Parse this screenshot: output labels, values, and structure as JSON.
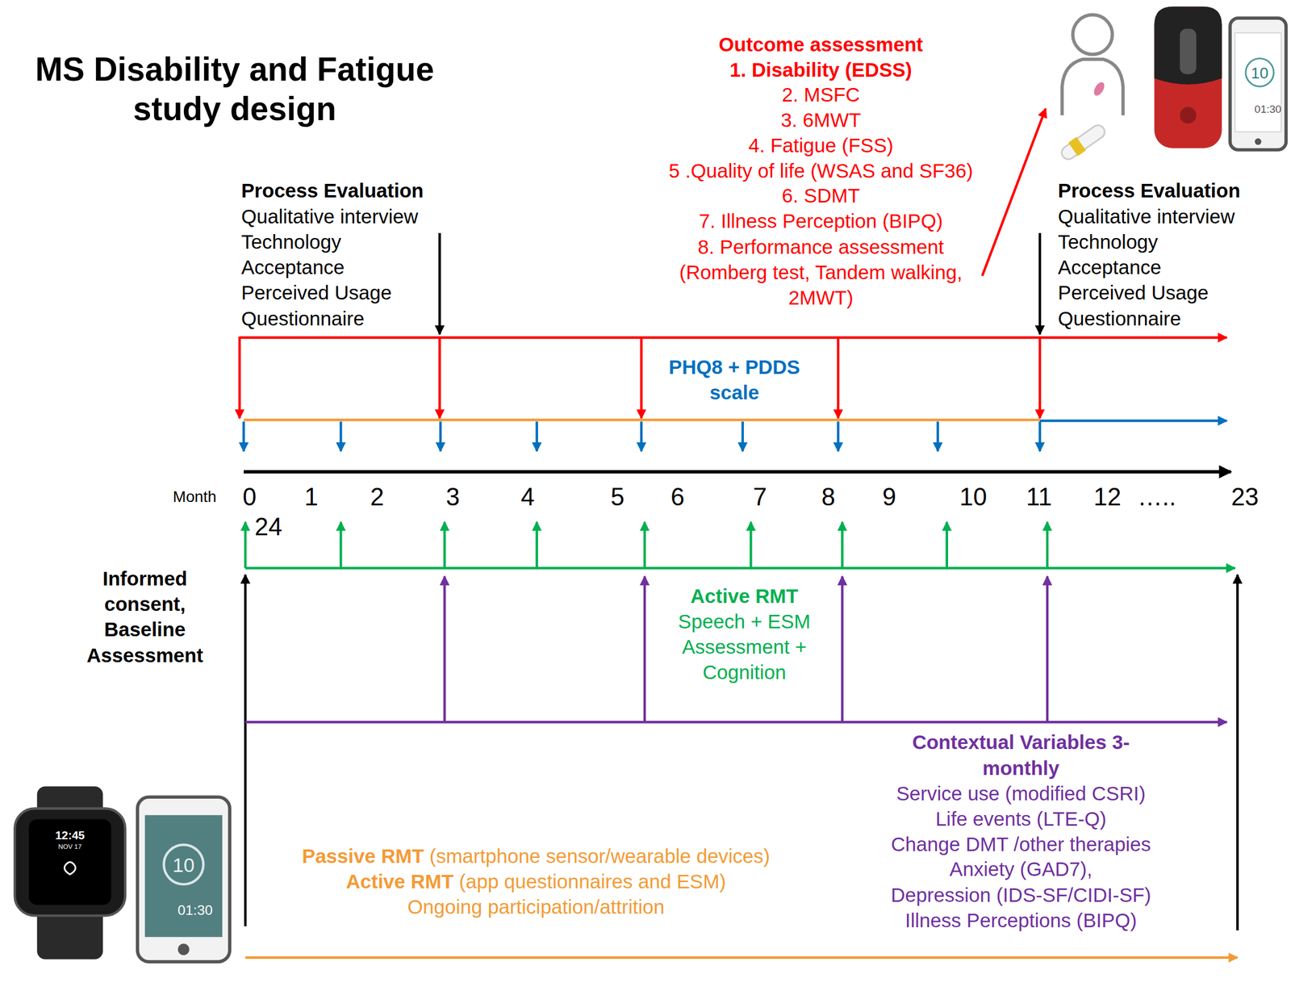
{
  "diagram": {
    "title": "MS Disability and Fatigue study design",
    "labels": [
      "Outcome assessment",
      "1. Disability (EDSS)",
      "2. MSFC",
      "3. 6MWT",
      "4. Fatigue (FSS)",
      "5 .Quality of life (WSAS and SF36)",
      "6. SDMT",
      "7. Illness Perception (BIPQ)",
      "8. Performance assessment (Romberg test, Tandem walking, 2MWT)",
      "10",
      "01:30",
      "Process Evaluation",
      "Qualitative interview",
      "Technology",
      "Acceptance",
      "Perceived Usage",
      "Questionnaire",
      "Process Evaluation",
      "Qualitative interview",
      "Technology",
      "Acceptance",
      "Perceived Usage",
      "Questionnaire",
      "PHQ8 + PDDS scale",
      "Month",
      "0",
      "1",
      "2",
      "3",
      "4",
      "5",
      "6",
      "7",
      "8",
      "9",
      "10",
      "11",
      "12",
      "…..",
      "23",
      "24",
      "Informed consent, Baseline Assessment",
      "Active RMT",
      "Speech + ESM Assessment + Cognition",
      "Contextual Variables 3-monthly",
      "Service use (modified CSRI)",
      "Life events (LTE-Q)",
      "Change DMT /other therapies",
      "Anxiety (GAD7),",
      "Depression (IDS-SF/CIDI-SF)",
      "Illness Perceptions (BIPQ)",
      "Passive RMT",
      "(smartphone sensor/wearable devices)",
      "Active RMT",
      "(app questionnaires and ESM)",
      "Ongoing participation/attrition",
      "12:45",
      "NOV 17",
      "10",
      "01:30"
    ]
  }
}
